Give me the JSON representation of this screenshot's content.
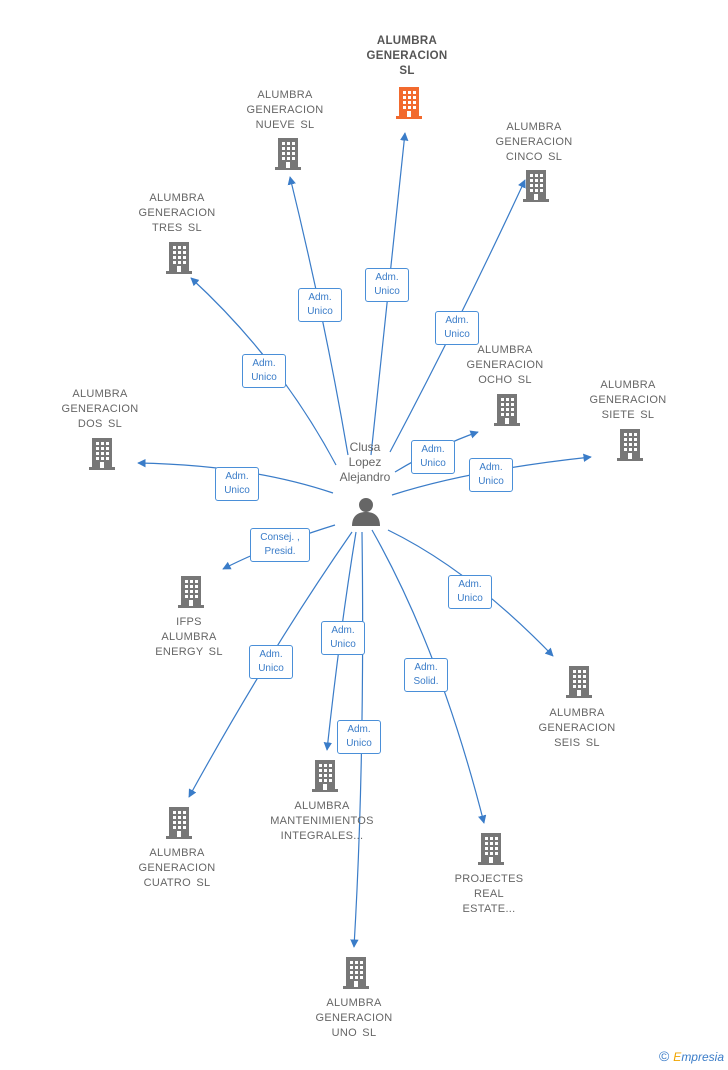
{
  "colors": {
    "edge": "#3a7cc8",
    "building": "#777777",
    "main_building": "#f26a2e"
  },
  "person": {
    "lines": [
      "Clusa",
      "Lopez",
      "Alejandro"
    ],
    "icon": "person-icon"
  },
  "nodes": [
    {
      "id": "main",
      "lines": [
        "ALUMBRA",
        "GENERACION",
        "SL"
      ],
      "main": true
    },
    {
      "id": "nueve",
      "lines": [
        "ALUMBRA",
        "GENERACION",
        "NUEVE  SL"
      ]
    },
    {
      "id": "cinco",
      "lines": [
        "ALUMBRA",
        "GENERACION",
        "CINCO  SL"
      ]
    },
    {
      "id": "tres",
      "lines": [
        "ALUMBRA",
        "GENERACION",
        "TRES  SL"
      ]
    },
    {
      "id": "ocho",
      "lines": [
        "ALUMBRA",
        "GENERACION",
        "OCHO  SL"
      ]
    },
    {
      "id": "siete",
      "lines": [
        "ALUMBRA",
        "GENERACION",
        "SIETE  SL"
      ]
    },
    {
      "id": "dos",
      "lines": [
        "ALUMBRA",
        "GENERACION",
        "DOS  SL"
      ]
    },
    {
      "id": "ifps",
      "lines": [
        "IFPS",
        "ALUMBRA",
        "ENERGY  SL"
      ]
    },
    {
      "id": "seis",
      "lines": [
        "ALUMBRA",
        "GENERACION",
        "SEIS  SL"
      ]
    },
    {
      "id": "mant",
      "lines": [
        "ALUMBRA",
        "MANTENIMIENTOS",
        "INTEGRALES..."
      ]
    },
    {
      "id": "cuatro",
      "lines": [
        "ALUMBRA",
        "GENERACION",
        "CUATRO  SL"
      ]
    },
    {
      "id": "proj",
      "lines": [
        "PROJECTES",
        "REAL",
        "ESTATE..."
      ]
    },
    {
      "id": "uno",
      "lines": [
        "ALUMBRA",
        "GENERACION",
        "UNO  SL"
      ]
    }
  ],
  "edges": [
    {
      "to": "main",
      "label": [
        "Adm.",
        "Unico"
      ]
    },
    {
      "to": "nueve",
      "label": [
        "Adm.",
        "Unico"
      ]
    },
    {
      "to": "cinco",
      "label": [
        "Adm.",
        "Unico"
      ]
    },
    {
      "to": "tres",
      "label": [
        "Adm.",
        "Unico"
      ]
    },
    {
      "to": "ocho",
      "label": [
        "Adm.",
        "Unico"
      ]
    },
    {
      "to": "siete",
      "label": [
        "Adm.",
        "Unico"
      ]
    },
    {
      "to": "dos",
      "label": [
        "Adm.",
        "Unico"
      ]
    },
    {
      "to": "ifps",
      "label": [
        "Consej. ,",
        "Presid."
      ]
    },
    {
      "to": "seis",
      "label": [
        "Adm.",
        "Unico"
      ]
    },
    {
      "to": "mant",
      "label": [
        "Adm.",
        "Unico"
      ]
    },
    {
      "to": "cuatro",
      "label": [
        "Adm.",
        "Unico"
      ]
    },
    {
      "to": "proj",
      "label": [
        "Adm.",
        "Solid."
      ]
    },
    {
      "to": "uno",
      "label": [
        "Adm.",
        "Unico"
      ]
    }
  ],
  "footer": {
    "copyright": "©",
    "brand_first": "E",
    "brand_rest": "mpresia"
  }
}
